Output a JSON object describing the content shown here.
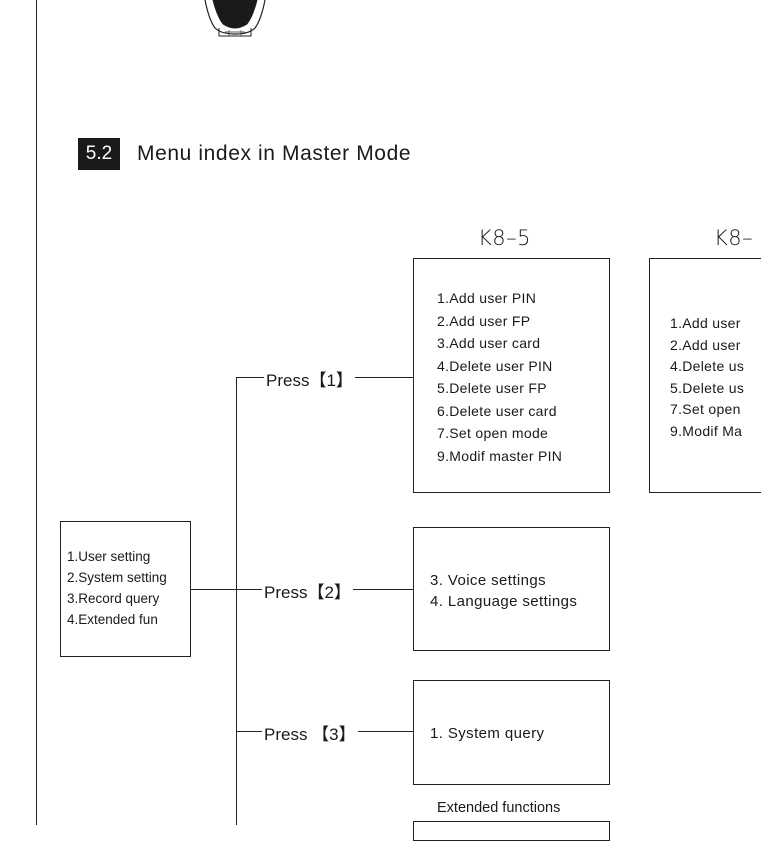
{
  "section": {
    "number": "5.2",
    "title": "Menu index in Master Mode"
  },
  "main_menu": {
    "items": [
      "1.User setting",
      "2.System setting",
      "3.Record query",
      "4.Extended fun"
    ]
  },
  "branches": [
    {
      "press_label": "Press【1】"
    },
    {
      "press_label": "Press【2】"
    },
    {
      "press_label": "Press 【3】"
    }
  ],
  "models": [
    {
      "name": "K8–5",
      "items": [
        "1.Add user PIN",
        "2.Add user FP",
        "3.Add user card",
        "4.Delete user PIN",
        "5.Delete user FP",
        "6.Delete user card",
        "7.Set open mode",
        "9.Modif master PIN"
      ]
    },
    {
      "name": "K8–",
      "items": [
        "1.Add user",
        "2.Add user",
        "4.Delete us",
        "5.Delete us",
        "7.Set open",
        "9.Modif Ma"
      ]
    }
  ],
  "system_menu": {
    "items": [
      "3. Voice settings",
      "4. Language settings"
    ]
  },
  "record_menu": {
    "items": [
      "1. System query"
    ]
  },
  "extended": {
    "label": "Extended functions"
  }
}
